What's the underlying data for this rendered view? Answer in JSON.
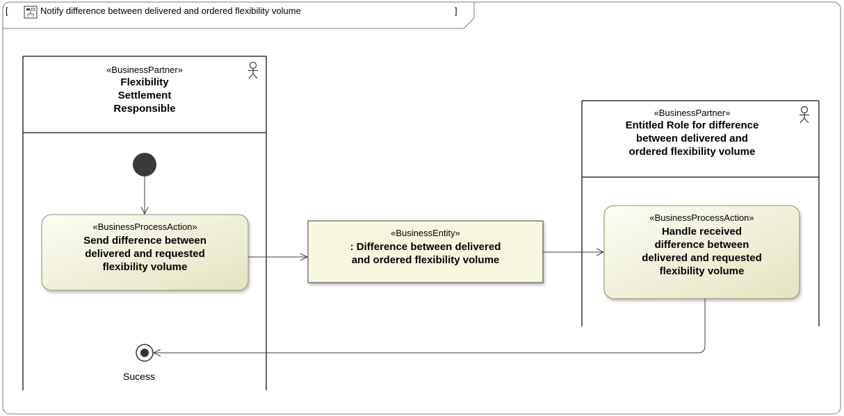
{
  "frame": {
    "title": "Notify difference between delivered and ordered flexibility volume",
    "open_bracket": "[",
    "close_bracket": "]",
    "icon": "activity-diagram-icon"
  },
  "lanes": [
    {
      "stereotype": "«BusinessPartner»",
      "name_lines": [
        "Flexibility",
        "Settlement",
        "Responsible"
      ],
      "icon": "actor-icon"
    },
    {
      "stereotype": "«BusinessPartner»",
      "name_lines": [
        "Entitled Role for difference",
        "between delivered and",
        "ordered flexibility volume"
      ],
      "icon": "actor-icon"
    }
  ],
  "nodes": {
    "send_action": {
      "stereotype": "«BusinessProcessAction»",
      "name_lines": [
        "Send difference between",
        "delivered and requested",
        "flexibility volume"
      ]
    },
    "entity": {
      "stereotype": "«BusinessEntity»",
      "name_lines": [
        ": Difference between delivered",
        "and ordered flexibility volume"
      ]
    },
    "handle_action": {
      "stereotype": "«BusinessProcessAction»",
      "name_lines": [
        "Handle received",
        "difference between",
        "delivered and requested",
        "flexibility volume"
      ]
    },
    "final": {
      "label": "Sucess"
    }
  },
  "colors": {
    "action_fill_light": "#fbfbef",
    "action_fill_dark": "#e6e6c2",
    "entity_fill": "#f7f7e0",
    "line": "#3c3c3c",
    "initial_node": "#3a3a3a"
  }
}
